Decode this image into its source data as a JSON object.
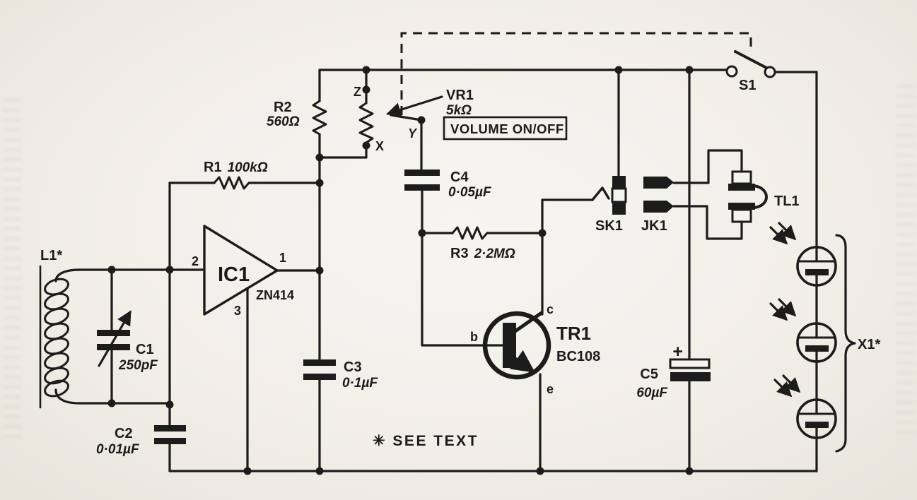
{
  "note": "✳ SEE TEXT",
  "volume_box_label": "VOLUME ON/OFF",
  "components": {
    "L1": {
      "ref": "L1*"
    },
    "C1": {
      "ref": "C1",
      "value": "250pF"
    },
    "C2": {
      "ref": "C2",
      "value": "0·01µF"
    },
    "C3": {
      "ref": "C3",
      "value": "0·1µF"
    },
    "C4": {
      "ref": "C4",
      "value": "0·05µF"
    },
    "C5": {
      "ref": "C5",
      "value": "60µF",
      "polarity": "+"
    },
    "R1": {
      "ref": "R1",
      "value": "100kΩ"
    },
    "R2": {
      "ref": "R2",
      "value": "560Ω"
    },
    "R3": {
      "ref": "R3",
      "value": "2·2MΩ"
    },
    "VR1": {
      "ref": "VR1",
      "value": "5kΩ",
      "terminal_top": "Z",
      "terminal_wiper": "Y",
      "terminal_bottom": "X"
    },
    "IC1": {
      "ref": "IC1",
      "part": "ZN414",
      "pin1": "1",
      "pin2": "2",
      "pin3": "3"
    },
    "TR1": {
      "ref": "TR1",
      "part": "BC108",
      "base": "b",
      "collector": "c",
      "emitter": "e"
    },
    "S1": {
      "ref": "S1"
    },
    "SK1": {
      "ref": "SK1"
    },
    "JK1": {
      "ref": "JK1"
    },
    "TL1": {
      "ref": "TL1"
    },
    "X1": {
      "ref": "X1*"
    }
  },
  "ink_color": "#1c1c1c",
  "paper_color": "#f2f0ea"
}
